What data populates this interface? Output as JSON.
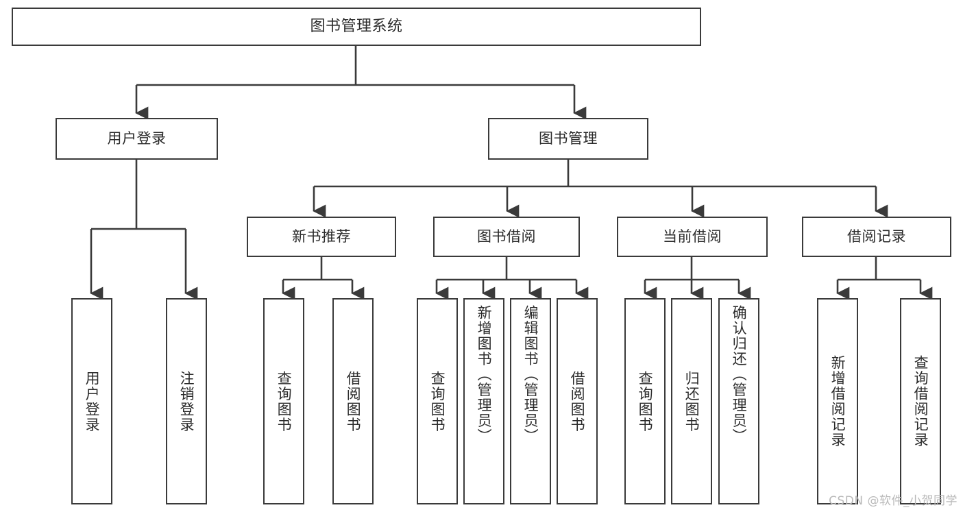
{
  "diagram": {
    "title": "图书管理系统",
    "type": "tree-structure-chart",
    "watermark": "CSDN @软件_小贺同学",
    "colors": {
      "background": "#ffffff",
      "border": "#3a3a3a",
      "text": "#2b2b2b",
      "edge": "#3a3a3a",
      "watermark": "#b9b9b9"
    },
    "root": {
      "label": "图书管理系统"
    },
    "level1": [
      {
        "id": "user-login",
        "label": "用户登录"
      },
      {
        "id": "book-management",
        "label": "图书管理"
      }
    ],
    "level2": [
      {
        "id": "new-book-recommend",
        "label": "新书推荐"
      },
      {
        "id": "book-borrow",
        "label": "图书借阅"
      },
      {
        "id": "current-borrow",
        "label": "当前借阅"
      },
      {
        "id": "borrow-record",
        "label": "借阅记录"
      }
    ],
    "leaves": {
      "user-login": [
        {
          "id": "leaf-user-login",
          "label": "用户登录"
        },
        {
          "id": "leaf-logout",
          "label": "注销登录"
        }
      ],
      "new-book-recommend": [
        {
          "id": "leaf-query-book-1",
          "label": "查询图书"
        },
        {
          "id": "leaf-borrow-book-1",
          "label": "借阅图书"
        }
      ],
      "book-borrow": [
        {
          "id": "leaf-query-book-2",
          "label": "查询图书"
        },
        {
          "id": "leaf-add-book",
          "label": "新增图书（管理员）"
        },
        {
          "id": "leaf-edit-book",
          "label": "编辑图书（管理员）"
        },
        {
          "id": "leaf-borrow-book-2",
          "label": "借阅图书"
        }
      ],
      "current-borrow": [
        {
          "id": "leaf-query-book-3",
          "label": "查询图书"
        },
        {
          "id": "leaf-return-book",
          "label": "归还图书"
        },
        {
          "id": "leaf-confirm-return",
          "label": "确认归还（管理员）"
        }
      ],
      "borrow-record": [
        {
          "id": "leaf-add-record",
          "label": "新增借阅记录"
        },
        {
          "id": "leaf-query-record",
          "label": "查询借阅记录"
        }
      ]
    }
  }
}
